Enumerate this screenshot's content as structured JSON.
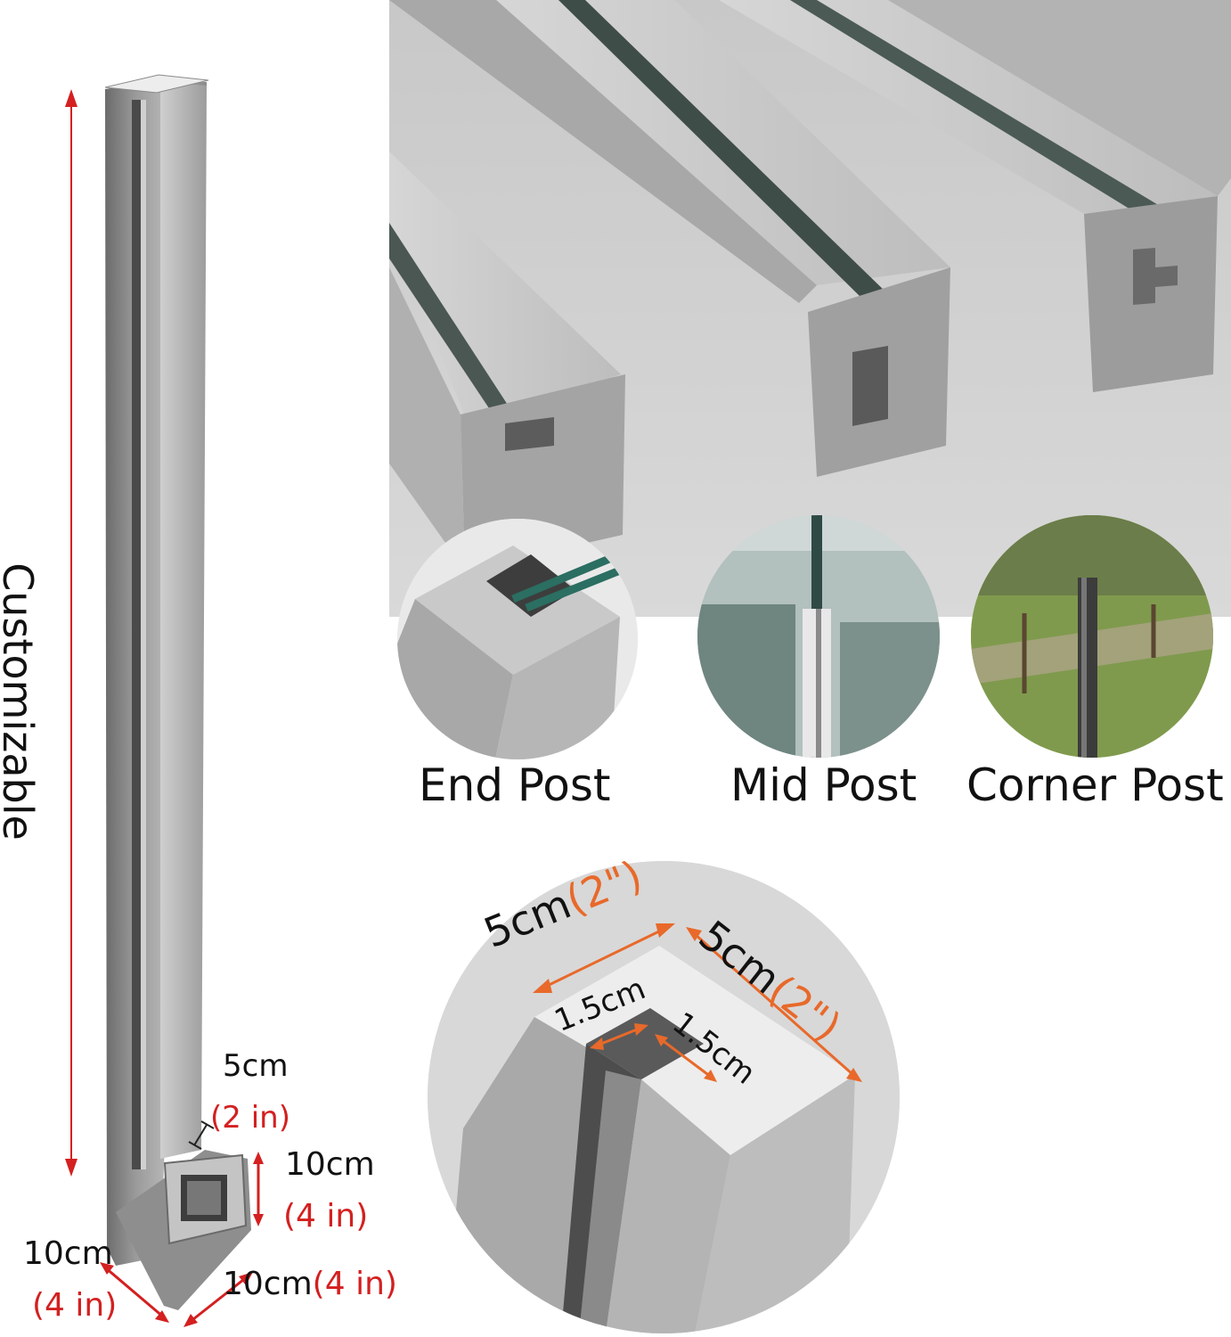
{
  "length_label": "Customizable",
  "post_types": [
    {
      "label": "End Post"
    },
    {
      "label": "Mid Post"
    },
    {
      "label": "Corner Post"
    }
  ],
  "base_dims": {
    "slot_width": "5cm",
    "slot_width_in": "(2 in)",
    "height": "10cm",
    "height_in": "(4 in)",
    "depth": "10cm",
    "depth_in": "(4 in)",
    "width": "10cm",
    "width_in": "(4 in)"
  },
  "profile_dims": {
    "side_a": "5cm",
    "side_a_in": "(2\")",
    "side_b": "5cm",
    "side_b_in": "(2\")",
    "slot_a": "1.5cm",
    "slot_b": "1.5cm"
  },
  "colors": {
    "accent_red": "#d42020",
    "arrow_orange": "#e8692a",
    "steel": "#b9b9b9"
  }
}
